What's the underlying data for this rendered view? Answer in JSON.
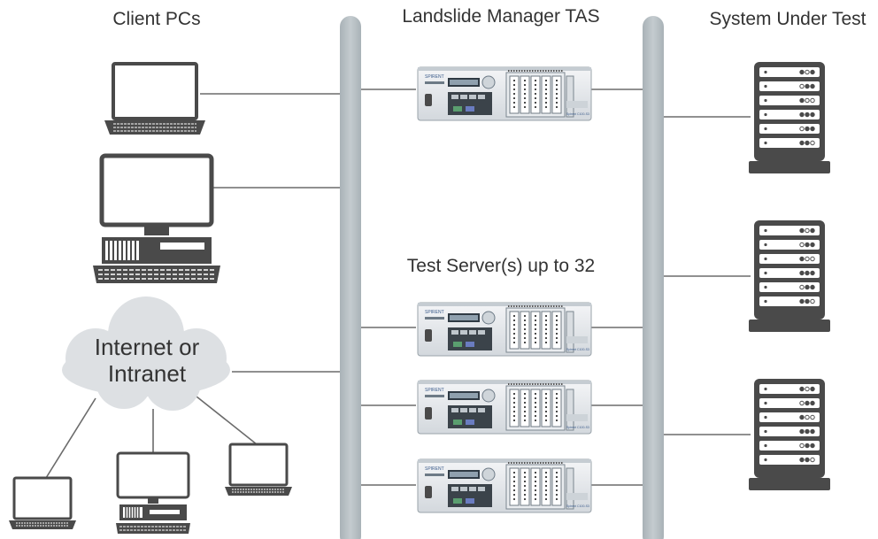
{
  "labels": {
    "client_pcs": "Client PCs",
    "landslide_manager": "Landslide Manager TAS",
    "system_under_test": "System Under Test",
    "test_servers": "Test Server(s) up to 32",
    "internet_line1": "Internet or",
    "internet_line2": "Intranet"
  },
  "appliance": {
    "brand": "SPIRENT",
    "model": "Spirent C100-S3"
  },
  "icons": {
    "laptop": "laptop-icon",
    "desktop": "desktop-computer-icon",
    "cloud": "cloud-icon",
    "server_rack": "server-rack-icon",
    "appliance": "test-appliance-icon"
  },
  "colors": {
    "line": "#6b6b6b",
    "bus": "#b6bec3",
    "icon_dark": "#4a4a4a",
    "cloud": "#dde0e3",
    "text": "#333333"
  }
}
